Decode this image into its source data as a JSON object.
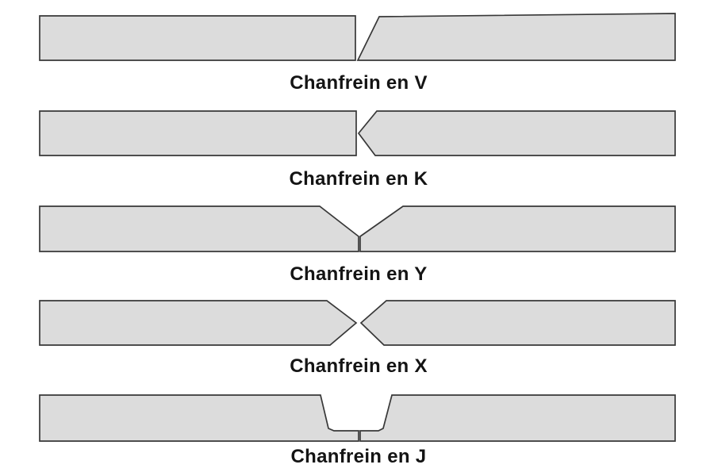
{
  "page": {
    "background": "#ffffff"
  },
  "colors": {
    "page-bg": "#ffffff",
    "plate-fill": "#dcdcdc",
    "plate-stroke": "#383838",
    "label-color": "#141414"
  },
  "diagrams": [
    {
      "id": "v",
      "label": "Chanfrein en V"
    },
    {
      "id": "k",
      "label": "Chanfrein en K"
    },
    {
      "id": "y",
      "label": "Chanfrein en Y"
    },
    {
      "id": "x",
      "label": "Chanfrein en X"
    },
    {
      "id": "j",
      "label": "Chanfrein en J"
    }
  ]
}
